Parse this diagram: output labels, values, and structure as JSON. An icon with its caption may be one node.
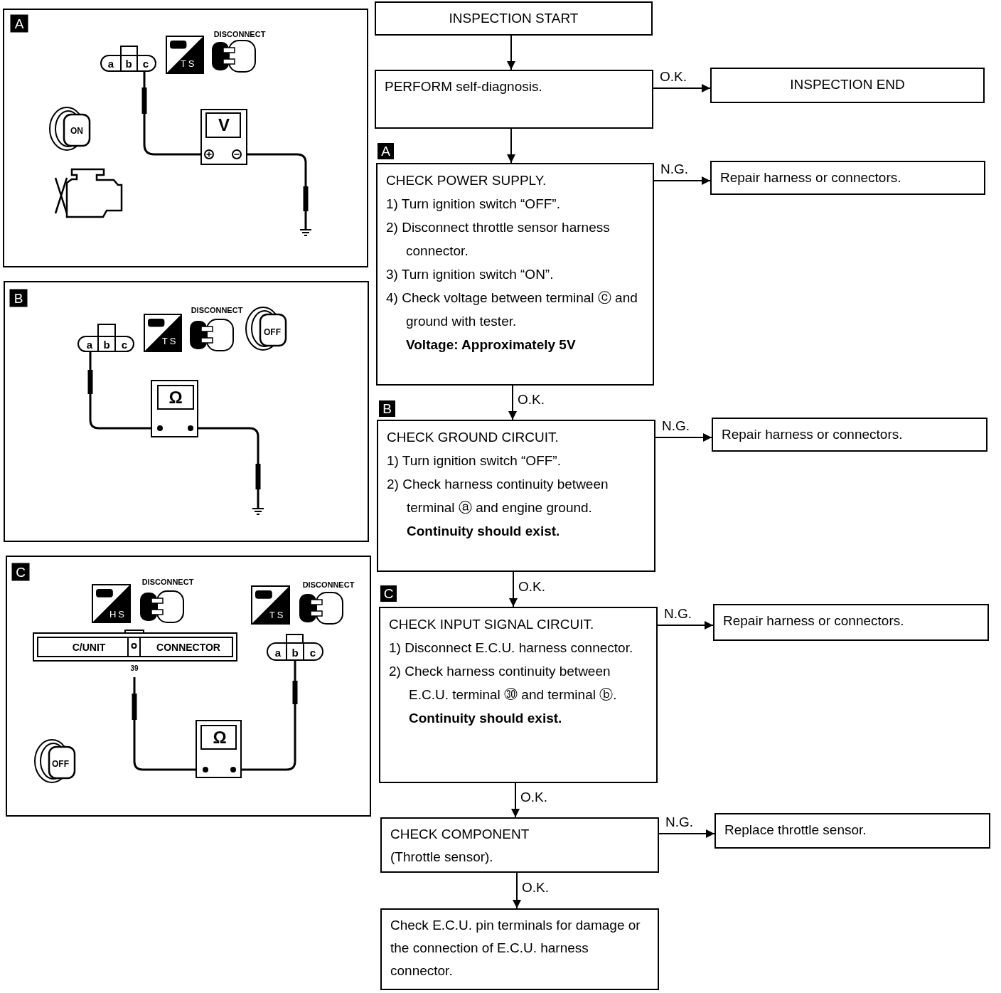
{
  "diagram": {
    "nodes": [
      {
        "text": [
          "A",
          "DISCONNECT",
          "a",
          "b",
          "c",
          "TS",
          "ON",
          "V"
        ]
      },
      {
        "text": [
          "B",
          "DISCONNECT",
          "a",
          "b",
          "c",
          "TS",
          "OFF",
          "Ω"
        ]
      },
      {
        "text": [
          "C",
          "DISCONNECT",
          "DISCONNECT",
          "HS",
          "TS",
          "C/UNIT",
          "CONNECTOR",
          "a",
          "b",
          "c",
          "39",
          "Ω",
          "OFF"
        ]
      },
      {
        "text": [
          "INSPECTION START"
        ]
      },
      {
        "text": [
          "PERFORM self-diagnosis."
        ]
      },
      {
        "text": [
          "INSPECTION END"
        ]
      },
      {
        "text": [
          "CHECK POWER SUPPLY.",
          "1) Turn ignition switch “OFF”.",
          "2) Disconnect throttle sensor harness connector.",
          "3) Turn ignition switch “ON”.",
          "4) Check voltage between terminal ⓒ and ground with tester.",
          "Voltage: Approximately 5V"
        ],
        "beside": [
          "A"
        ]
      },
      {
        "text": [
          "Repair harness or connectors."
        ]
      },
      {
        "text": [
          "CHECK GROUND CIRCUIT.",
          "1) Turn ignition switch “OFF”.",
          "2) Check harness continuity between terminal ⓐ and engine ground.",
          "Continuity should exist."
        ],
        "beside": [
          "B"
        ]
      },
      {
        "text": [
          "Repair harness or connectors."
        ]
      },
      {
        "text": [
          "CHECK INPUT SIGNAL CIRCUIT.",
          "1) Disconnect E.C.U. harness connector.",
          "2) Check harness continuity between E.C.U. terminal ㉚ and terminal ⓑ.",
          "Continuity should exist."
        ],
        "beside": [
          "C"
        ]
      },
      {
        "text": [
          "Repair harness or connectors."
        ]
      },
      {
        "text": [
          "CHECK COMPONENT",
          "(Throttle sensor)."
        ]
      },
      {
        "text": [
          "Replace throttle sensor."
        ]
      },
      {
        "text": [
          "Check E.C.U. pin terminals for damage or the connection of E.C.U. harness connector."
        ]
      }
    ],
    "edges": [
      {
        "from": 3,
        "to": 4,
        "arrow": "to"
      },
      {
        "from": 4,
        "to": 5,
        "arrow": "to",
        "label": "O.K."
      },
      {
        "from": 4,
        "to": 6,
        "arrow": "to"
      },
      {
        "from": 6,
        "to": 7,
        "arrow": "to",
        "label": "N.G."
      },
      {
        "from": 6,
        "to": 8,
        "arrow": "to",
        "label": "O.K."
      },
      {
        "from": 8,
        "to": 9,
        "arrow": "to",
        "label": "N.G."
      },
      {
        "from": 8,
        "to": 10,
        "arrow": "to",
        "label": "O.K."
      },
      {
        "from": 10,
        "to": 11,
        "arrow": "to",
        "label": "N.G."
      },
      {
        "from": 10,
        "to": 12,
        "arrow": "to",
        "label": "O.K."
      },
      {
        "from": 12,
        "to": 13,
        "arrow": "to",
        "label": "N.G."
      },
      {
        "from": 12,
        "to": 14,
        "arrow": "to",
        "label": "O.K."
      }
    ]
  }
}
